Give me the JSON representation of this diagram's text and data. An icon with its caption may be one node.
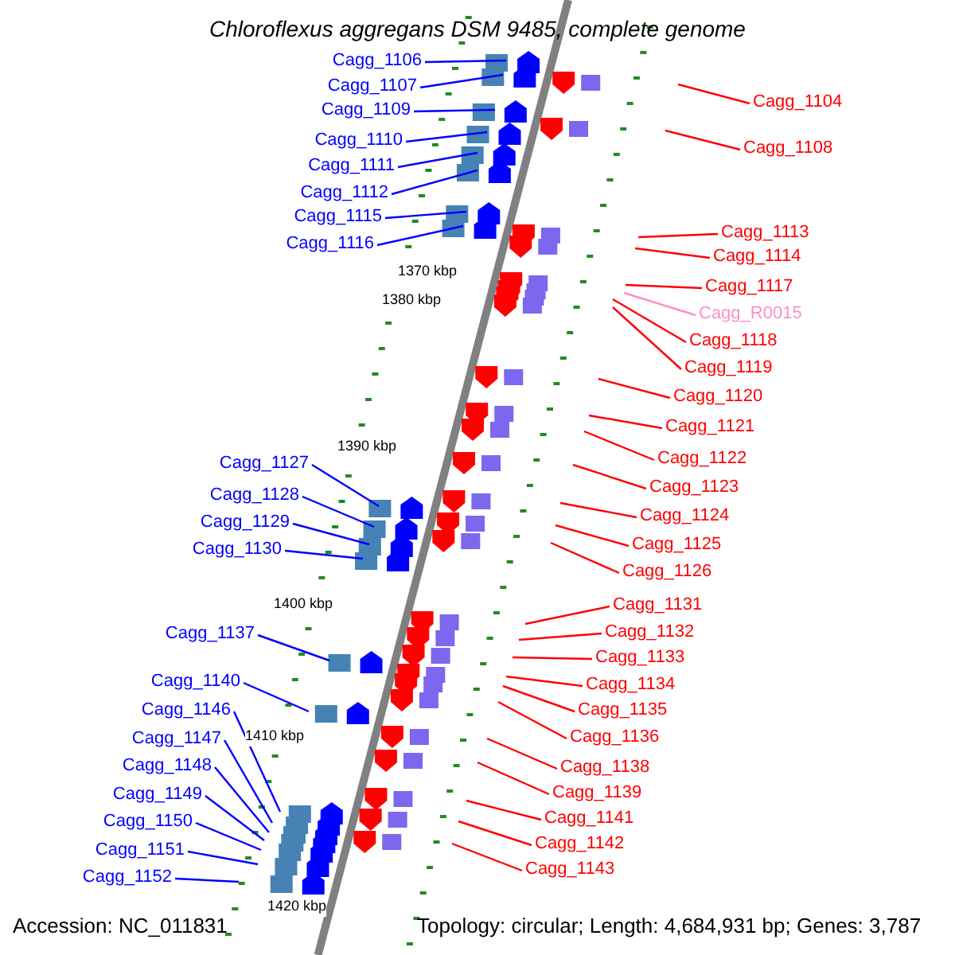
{
  "diagram": {
    "title": "Chloroflexus aggregans DSM 9485, complete genome",
    "nodes": [
      {
        "text": [
          "Cagg_1106"
        ]
      },
      {
        "text": [
          "Cagg_1107"
        ]
      },
      {
        "text": [
          "Cagg_1109"
        ]
      },
      {
        "text": [
          "Cagg_1110"
        ]
      },
      {
        "text": [
          "Cagg_1111"
        ]
      },
      {
        "text": [
          "Cagg_1112"
        ]
      },
      {
        "text": [
          "Cagg_1115"
        ]
      },
      {
        "text": [
          "Cagg_1116"
        ]
      },
      {
        "text": [
          "Cagg_1127"
        ]
      },
      {
        "text": [
          "Cagg_1128"
        ]
      },
      {
        "text": [
          "Cagg_1129"
        ]
      },
      {
        "text": [
          "Cagg_1130"
        ]
      },
      {
        "text": [
          "Cagg_1137"
        ]
      },
      {
        "text": [
          "Cagg_1140"
        ]
      },
      {
        "text": [
          "Cagg_1146"
        ]
      },
      {
        "text": [
          "Cagg_1147"
        ]
      },
      {
        "text": [
          "Cagg_1148"
        ]
      },
      {
        "text": [
          "Cagg_1149"
        ]
      },
      {
        "text": [
          "Cagg_1150"
        ]
      },
      {
        "text": [
          "Cagg_1151"
        ]
      },
      {
        "text": [
          "Cagg_1152"
        ]
      },
      {
        "text": [
          "Cagg_1104"
        ]
      },
      {
        "text": [
          "Cagg_1108"
        ]
      },
      {
        "text": [
          "Cagg_1113"
        ]
      },
      {
        "text": [
          "Cagg_1114"
        ]
      },
      {
        "text": [
          "Cagg_1117"
        ]
      },
      {
        "text": [
          "Cagg_R0015"
        ]
      },
      {
        "text": [
          "Cagg_1118"
        ]
      },
      {
        "text": [
          "Cagg_1119"
        ]
      },
      {
        "text": [
          "Cagg_1120"
        ]
      },
      {
        "text": [
          "Cagg_1121"
        ]
      },
      {
        "text": [
          "Cagg_1122"
        ]
      },
      {
        "text": [
          "Cagg_1123"
        ]
      },
      {
        "text": [
          "Cagg_1124"
        ]
      },
      {
        "text": [
          "Cagg_1125"
        ]
      },
      {
        "text": [
          "Cagg_1126"
        ]
      },
      {
        "text": [
          "Cagg_1131"
        ]
      },
      {
        "text": [
          "Cagg_1132"
        ]
      },
      {
        "text": [
          "Cagg_1133"
        ]
      },
      {
        "text": [
          "Cagg_1134"
        ]
      },
      {
        "text": [
          "Cagg_1135"
        ]
      },
      {
        "text": [
          "Cagg_1136"
        ]
      },
      {
        "text": [
          "Cagg_1138"
        ]
      },
      {
        "text": [
          "Cagg_1139"
        ]
      },
      {
        "text": [
          "Cagg_1141"
        ]
      },
      {
        "text": [
          "Cagg_1142"
        ]
      },
      {
        "text": [
          "Cagg_1143"
        ]
      }
    ],
    "edges": [
      {
        "from": 0,
        "to": null,
        "arrow": "none",
        "color": "#0000ff"
      },
      {
        "from": 1,
        "to": null,
        "arrow": "none",
        "color": "#0000ff"
      },
      {
        "from": 2,
        "to": null,
        "arrow": "none",
        "color": "#0000ff"
      },
      {
        "from": 3,
        "to": null,
        "arrow": "none",
        "color": "#0000ff"
      },
      {
        "from": 4,
        "to": null,
        "arrow": "none",
        "color": "#0000ff"
      },
      {
        "from": 5,
        "to": null,
        "arrow": "none",
        "color": "#0000ff"
      },
      {
        "from": 6,
        "to": null,
        "arrow": "none",
        "color": "#0000ff"
      },
      {
        "from": 7,
        "to": null,
        "arrow": "none",
        "color": "#0000ff"
      },
      {
        "from": 8,
        "to": null,
        "arrow": "none",
        "color": "#0000ff"
      },
      {
        "from": 9,
        "to": null,
        "arrow": "none",
        "color": "#0000ff"
      },
      {
        "from": 10,
        "to": null,
        "arrow": "none",
        "color": "#0000ff"
      },
      {
        "from": 11,
        "to": null,
        "arrow": "none",
        "color": "#0000ff"
      },
      {
        "from": 12,
        "to": null,
        "arrow": "none",
        "color": "#0000ff"
      },
      {
        "from": 13,
        "to": null,
        "arrow": "none",
        "color": "#0000ff"
      },
      {
        "from": 14,
        "to": null,
        "arrow": "none",
        "color": "#0000ff"
      },
      {
        "from": 15,
        "to": null,
        "arrow": "none",
        "color": "#0000ff"
      },
      {
        "from": 16,
        "to": null,
        "arrow": "none",
        "color": "#0000ff"
      },
      {
        "from": 17,
        "to": null,
        "arrow": "none",
        "color": "#0000ff"
      },
      {
        "from": 18,
        "to": null,
        "arrow": "none",
        "color": "#0000ff"
      },
      {
        "from": 19,
        "to": null,
        "arrow": "none",
        "color": "#0000ff"
      },
      {
        "from": 20,
        "to": null,
        "arrow": "none",
        "color": "#0000ff"
      },
      {
        "from": 21,
        "to": null,
        "arrow": "none"
      },
      {
        "from": 22,
        "to": null,
        "arrow": "none"
      },
      {
        "from": 23,
        "to": null,
        "arrow": "none"
      },
      {
        "from": 24,
        "to": null,
        "arrow": "none"
      },
      {
        "from": 25,
        "to": null,
        "arrow": "none"
      },
      {
        "from": 26,
        "to": null,
        "arrow": "none",
        "color": "#ff8fc8"
      },
      {
        "from": 27,
        "to": null,
        "arrow": "none"
      },
      {
        "from": 28,
        "to": null,
        "arrow": "none"
      },
      {
        "from": 29,
        "to": null,
        "arrow": "none"
      },
      {
        "from": 30,
        "to": null,
        "arrow": "none"
      },
      {
        "from": 31,
        "to": null,
        "arrow": "none"
      },
      {
        "from": 32,
        "to": null,
        "arrow": "none"
      },
      {
        "from": 33,
        "to": null,
        "arrow": "none"
      },
      {
        "from": 34,
        "to": null,
        "arrow": "none"
      },
      {
        "from": 35,
        "to": null,
        "arrow": "none"
      },
      {
        "from": 36,
        "to": null,
        "arrow": "none"
      },
      {
        "from": 37,
        "to": null,
        "arrow": "none"
      },
      {
        "from": 38,
        "to": null,
        "arrow": "none"
      },
      {
        "from": 39,
        "to": null,
        "arrow": "none"
      },
      {
        "from": 40,
        "to": null,
        "arrow": "none"
      },
      {
        "from": 41,
        "to": null,
        "arrow": "none"
      },
      {
        "from": 42,
        "to": null,
        "arrow": "none"
      },
      {
        "from": 43,
        "to": null,
        "arrow": "none"
      },
      {
        "from": 44,
        "to": null,
        "arrow": "none"
      },
      {
        "from": 45,
        "to": null,
        "arrow": "none"
      },
      {
        "from": 46,
        "to": null,
        "arrow": "none"
      }
    ],
    "labels": [
      "1370 kbp",
      "1380 kbp",
      "1390 kbp",
      "1400 kbp",
      "1410 kbp",
      "1420 kbp",
      "Accession: NC_011831",
      "Topology: circular; Length: 4,684,931 bp; Genes: 3,787"
    ]
  }
}
